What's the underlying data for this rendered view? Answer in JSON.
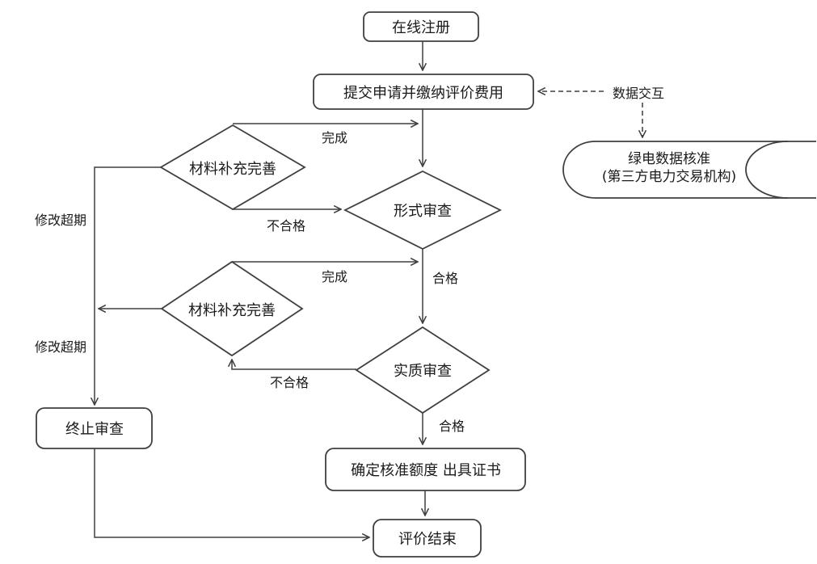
{
  "diagram": {
    "nodes": {
      "online_registration": {
        "label": "在线注册"
      },
      "submit_application": {
        "label": "提交申请并缴纳评价费用"
      },
      "green_power_data_check": {
        "line1": "绿电数据核准",
        "line2": "(第三方电力交易机构)"
      },
      "material_supplement_1": {
        "label": "材料补充完善"
      },
      "formal_review": {
        "label": "形式审查"
      },
      "material_supplement_2": {
        "label": "材料补充完善"
      },
      "substantive_review": {
        "label": "实质审查"
      },
      "terminate_review": {
        "label": "终止审查"
      },
      "issue_certificate": {
        "label": "确定核准额度 出具证书"
      },
      "evaluation_end": {
        "label": "评价结束"
      }
    },
    "edge_labels": {
      "data_interaction": "数据交互",
      "complete_1": "完成",
      "unqualified_1": "不合格",
      "qualified_1": "合格",
      "overdue_1": "修改超期",
      "complete_2": "完成",
      "unqualified_2": "不合格",
      "qualified_2": "合格",
      "overdue_2": "修改超期"
    },
    "colors": {
      "line": "#3f3f3f",
      "node_fill": "#ffffff",
      "text": "#1a1a1a",
      "background": "#ffffff"
    }
  }
}
